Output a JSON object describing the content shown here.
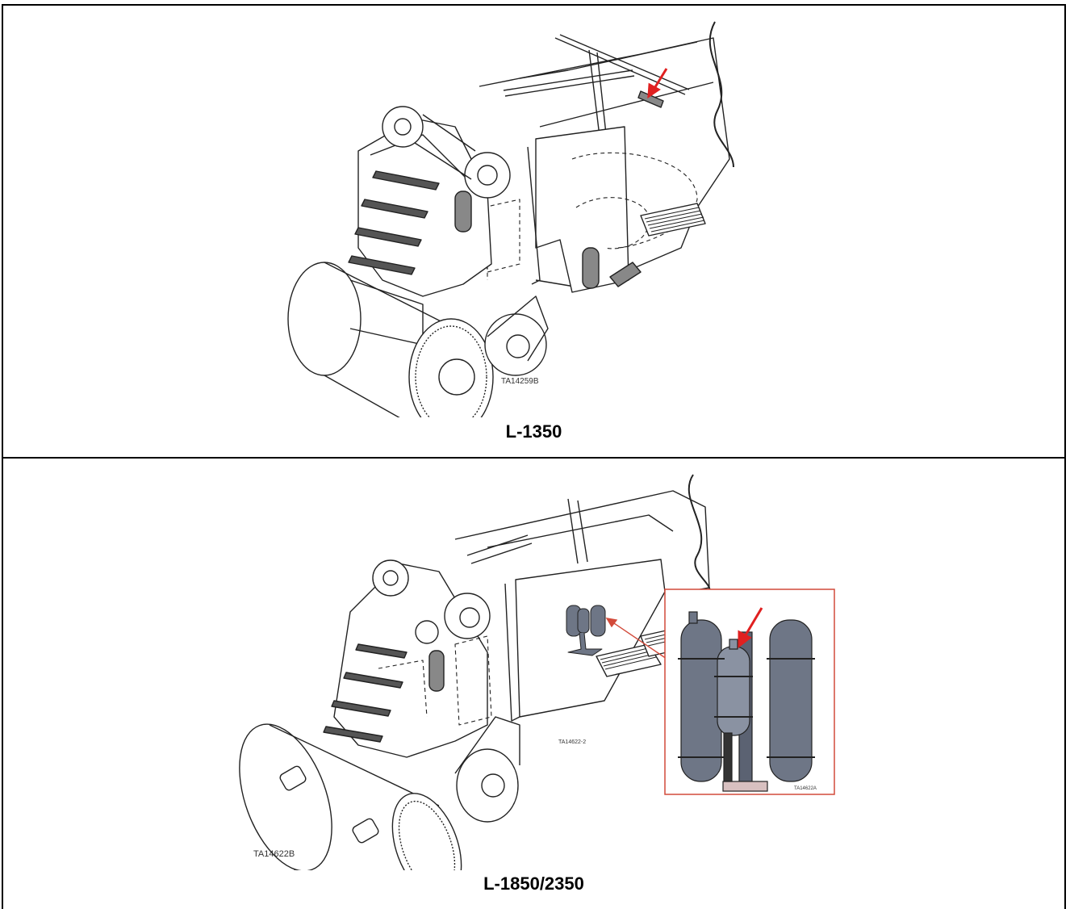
{
  "figures": [
    {
      "caption": "L-1350",
      "figure_code": "TA14259B"
    },
    {
      "caption": "L-1850/2350",
      "figure_code": "TA14622B",
      "inner_code": "TA14622-2",
      "detail_code": "TA14622A"
    }
  ],
  "colors": {
    "callout_arrow": "#e02020",
    "detail_frame": "#d24a3a",
    "tank_fill": "#6e7686",
    "line": "#222222"
  }
}
